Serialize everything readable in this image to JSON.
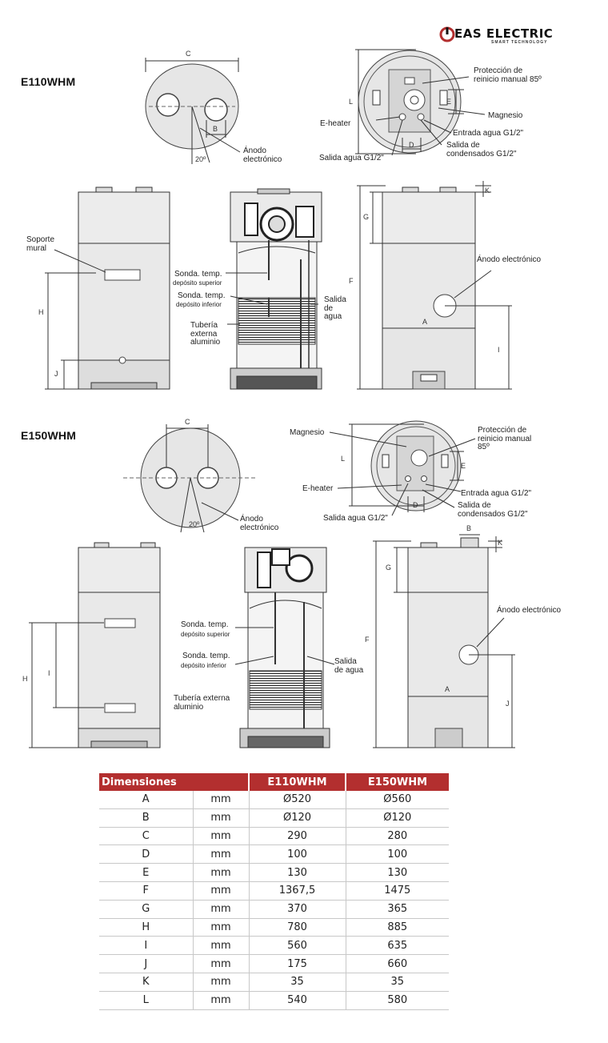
{
  "brand": {
    "name": "EAS ELECTRIC",
    "tagline": "SMART TECHNOLOGY"
  },
  "models": {
    "m1": {
      "name": "E110WHM",
      "top_view_labels": {
        "c": "C",
        "b": "B",
        "angle": "20º",
        "anode": "Ánodo\nelectrónico"
      },
      "rear_view_labels": {
        "reset": "Protección de\nreinicio manual 85º",
        "magnesium": "Magnesio",
        "eheater": "E-heater",
        "water_in": "Entrada agua G1/2\"",
        "condensate": "Salida de\ncondensados G1/2\"",
        "water_out": "Salida agua G1/2\"",
        "l": "L",
        "e": "E",
        "d": "D"
      },
      "front_labels": {
        "bracket": "Soporte\nmural",
        "h": "H",
        "j": "J"
      },
      "section_labels": {
        "probe_top": "Sonda. temp.",
        "probe_top_sub": "depósito superior",
        "probe_bottom": "Sonda. temp.",
        "probe_bottom_sub": "depósito inferior",
        "pipe": "Tubería\nexterna\naluminio",
        "water_outlet": "Salida\nde\nagua"
      },
      "side_labels": {
        "g": "G",
        "k": "K",
        "f": "F",
        "a": "A",
        "i": "I",
        "anode": "Ánodo electrónico"
      }
    },
    "m2": {
      "name": "E150WHM",
      "top_view_labels": {
        "c": "C",
        "angle": "20º",
        "anode": "Ánodo\nelectrónico"
      },
      "rear_view_labels": {
        "magnesium": "Magnesio",
        "reset": "Protección de\nreinicio manual\n85º",
        "eheater": "E-heater",
        "water_in": "Entrada agua G1/2\"",
        "condensate": "Salida de\ncondensados G1/2\"",
        "water_out": "Salida agua G1/2\"",
        "l": "L",
        "e": "E",
        "d": "D"
      },
      "front_labels": {
        "h": "H",
        "i": "I"
      },
      "section_labels": {
        "probe_top": "Sonda. temp.",
        "probe_top_sub": "depósito superior",
        "probe_bottom": "Sonda. temp.",
        "probe_bottom_sub": "depósito inferior",
        "pipe": "Tubería externa\naluminio",
        "water_outlet": "Salida\nde agua"
      },
      "side_labels": {
        "b": "B",
        "k": "K",
        "g": "G",
        "f": "F",
        "a": "A",
        "j": "J",
        "anode": "Ánodo electrónico"
      }
    }
  },
  "table": {
    "headers": [
      "Dimensiones",
      "E110WHM",
      "E150WHM"
    ],
    "rows": [
      [
        "A",
        "mm",
        "Ø520",
        "Ø560"
      ],
      [
        "B",
        "mm",
        "Ø120",
        "Ø120"
      ],
      [
        "C",
        "mm",
        "290",
        "280"
      ],
      [
        "D",
        "mm",
        "100",
        "100"
      ],
      [
        "E",
        "mm",
        "130",
        "130"
      ],
      [
        "F",
        "mm",
        "1367,5",
        "1475"
      ],
      [
        "G",
        "mm",
        "370",
        "365"
      ],
      [
        "H",
        "mm",
        "780",
        "885"
      ],
      [
        "I",
        "mm",
        "560",
        "635"
      ],
      [
        "J",
        "mm",
        "175",
        "660"
      ],
      [
        "K",
        "mm",
        "35",
        "35"
      ],
      [
        "L",
        "mm",
        "540",
        "580"
      ]
    ]
  },
  "colors": {
    "header_bg": "#b32f2f",
    "header_text": "#ffffff",
    "drawing_fill": "#e9e9e9",
    "stroke": "#333333"
  }
}
